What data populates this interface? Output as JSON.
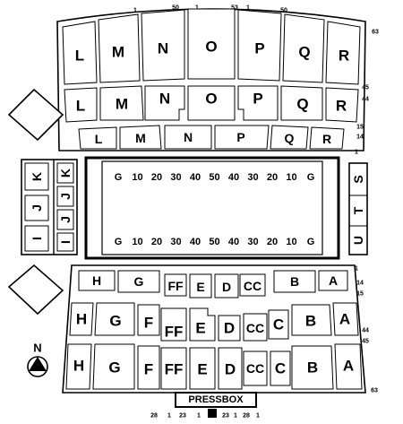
{
  "north_label": "N",
  "pressbox_label": "PRESSBOX",
  "yard_lines": [
    "G",
    "10",
    "20",
    "30",
    "40",
    "50",
    "40",
    "30",
    "20",
    "10",
    "G"
  ],
  "row_numbers": {
    "top_1": "1",
    "top_50": "50",
    "top_1b": "1",
    "top_53": "53",
    "top_1c": "1",
    "top_50b": "50",
    "right_63": "63",
    "right_45": "45",
    "right_44": "44",
    "right_15": "15",
    "right_14": "14",
    "right_1": "1",
    "right_1b": "1",
    "right_14b": "14",
    "right_15b": "15",
    "right_44b": "44",
    "right_45b": "45",
    "right_63b": "63",
    "bot_28": "28",
    "bot_1": "1",
    "bot_23": "23",
    "bot_1b": "1",
    "bot_23b": "23",
    "bot_1c": "1",
    "bot_28b": "28",
    "bot_1d": "1"
  },
  "north_upper": [
    "L",
    "M",
    "N",
    "O",
    "P",
    "Q",
    "R"
  ],
  "north_middle": [
    "L",
    "M",
    "N",
    "O",
    "P",
    "Q",
    "R"
  ],
  "north_lower": [
    "L",
    "M",
    "N",
    "P",
    "Q",
    "R"
  ],
  "west_outer": [
    "K",
    "J",
    "I"
  ],
  "west_inner": [
    "K",
    "J",
    "J",
    "I"
  ],
  "east": [
    "S",
    "T",
    "U"
  ],
  "south_lower": [
    "H",
    "G",
    "FF",
    "E",
    "D",
    "CC",
    "B",
    "A"
  ],
  "south_middle": [
    "H",
    "G",
    "F",
    "FF",
    "E",
    "D",
    "CC",
    "C",
    "B",
    "A"
  ],
  "south_upper": [
    "H",
    "G",
    "F",
    "FF",
    "E",
    "D",
    "CC",
    "C",
    "B",
    "A"
  ]
}
